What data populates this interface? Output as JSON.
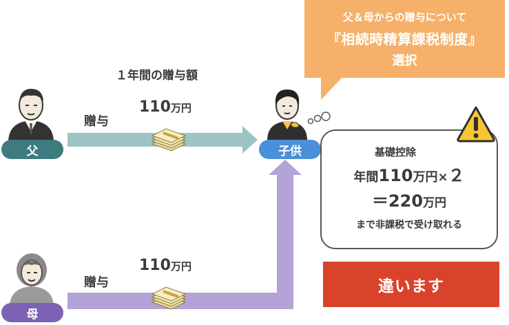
{
  "header": {
    "annual_gift_label": "１年間の贈与額"
  },
  "people": {
    "father": {
      "label": "父"
    },
    "mother": {
      "label": "母"
    },
    "child": {
      "label": "子供"
    }
  },
  "flows": {
    "father": {
      "gift_label": "贈与",
      "amount_num": "110",
      "amount_unit": "万円",
      "color": "#9cc4c4"
    },
    "mother": {
      "gift_label": "贈与",
      "amount_num": "110",
      "amount_unit": "万円",
      "color": "#b3a3d6"
    }
  },
  "banner": {
    "line1": "父＆母からの贈与について",
    "line2": "『相続時精算課税制度』",
    "line3": "選択",
    "color": "#f5b06a"
  },
  "bubble": {
    "line1": "基礎控除",
    "line2_prefix": "年間",
    "line2_num": "110",
    "line2_unit": "万円×",
    "line2_mult": "２",
    "line3_prefix": "＝",
    "line3_num": "220",
    "line3_unit": "万円",
    "line4": "まで非課税で受け取れる"
  },
  "verdict": {
    "label": "違います",
    "color": "#d9432c"
  },
  "icons": [
    "warning-icon",
    "money-stack-icon",
    "thought-dots-icon"
  ]
}
